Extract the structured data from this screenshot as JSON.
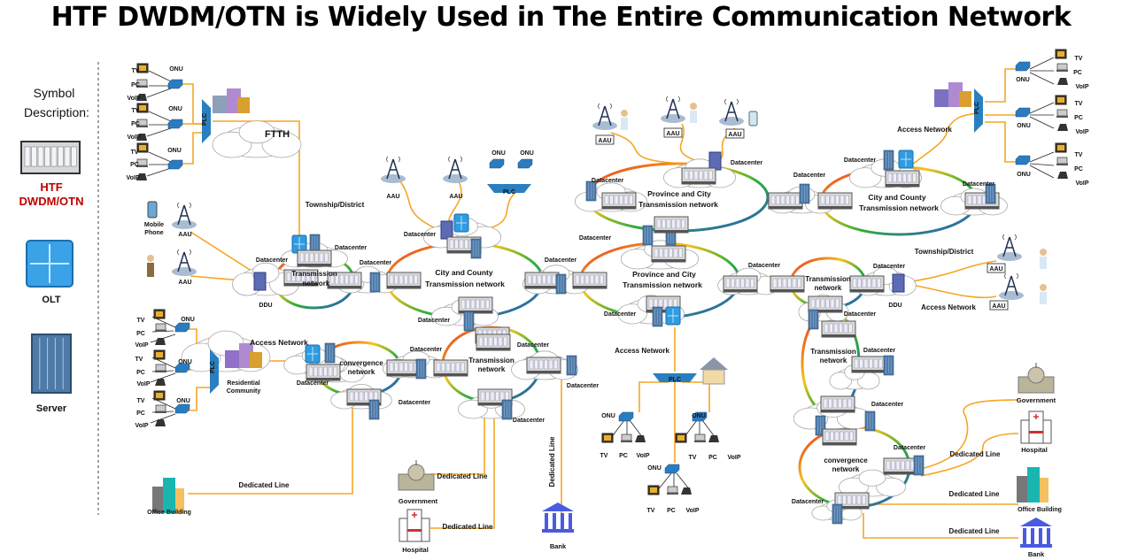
{
  "title": "HTF DWDM/OTN is Widely Used in The Entire Communication Network",
  "legend": {
    "heading_1": "Symbol",
    "heading_2": "Description:",
    "items": [
      {
        "label_1": "HTF",
        "label_2": "DWDM/OTN",
        "icon": "otn-device-icon"
      },
      {
        "label_1": "OLT",
        "icon": "olt-icon"
      },
      {
        "label_1": "Server",
        "icon": "server-icon"
      }
    ]
  },
  "colors": {
    "fiber": "#f5a623",
    "accent_red": "#c00000",
    "device_blue": "#2b7bbf"
  },
  "labels": [
    "TV",
    "PC",
    "VoIP",
    "ONU",
    "TV",
    "PC",
    "VoIP",
    "ONU",
    "TV",
    "PC",
    "VoIP",
    "ONU",
    "PLC",
    "FTTH",
    "Township/District",
    "Mobile",
    "Phone",
    "AAU",
    "AAU",
    "Datacenter",
    "Transmission",
    "network",
    "Datacenter",
    "Datacenter",
    "DDU",
    "AAU",
    "AAU",
    "ONU",
    "ONU",
    "PLC",
    "Datacenter",
    "City and County",
    "Transmission network",
    "Datacenter",
    "Datacenter",
    "Province and City",
    "Transmission network",
    "Datacenter",
    "Datacenter",
    "AAU",
    "AAU",
    "AAU",
    "Datacenter",
    "Datacenter",
    "Province and City",
    "Transmission network",
    "Datacenter",
    "Datacenter",
    "City and County",
    "Transmission network",
    "Datacenter",
    "Access Network",
    "PLC",
    "ONU",
    "ONU",
    "ONU",
    "TV",
    "PC",
    "VoIP",
    "TV",
    "PC",
    "VoIP",
    "TV",
    "PC",
    "VoIP",
    "Datacenter",
    "Transmission",
    "network",
    "Datacenter",
    "DDU",
    "Township/District",
    "AAU",
    "Access Network",
    "AAU",
    "Datacenter",
    "Transmission",
    "network",
    "Datacenter",
    "Datacenter",
    "Datacenter",
    "Datacenter",
    "convergence",
    "network",
    "Dedicated Line",
    "Hospital",
    "Government",
    "Dedicated Line",
    "Office Building",
    "Dedicated Line",
    "Bank",
    "Access Network",
    "PLC",
    "ONU",
    "TV",
    "PC",
    "VoIP",
    "ONU",
    "TV",
    "PC",
    "VoIP",
    "ONU",
    "TV",
    "PC",
    "VoIP",
    "TV",
    "PC",
    "VoIP",
    "ONU",
    "TV",
    "PC",
    "VoIP",
    "ONU",
    "TV",
    "PC",
    "VoIP",
    "ONU",
    "PLC",
    "Residential",
    "Community",
    "Access Network",
    "convergence",
    "network",
    "Datacenter",
    "Datacenter",
    "Datacenter",
    "Transmission",
    "network",
    "Datacenter",
    "Datacenter",
    "Datacenter",
    "Dedicated Line",
    "Office Building",
    "Government",
    "Dedicated Line",
    "Hospital",
    "Dedicated Line",
    "Bank",
    "Dedicated Line"
  ]
}
